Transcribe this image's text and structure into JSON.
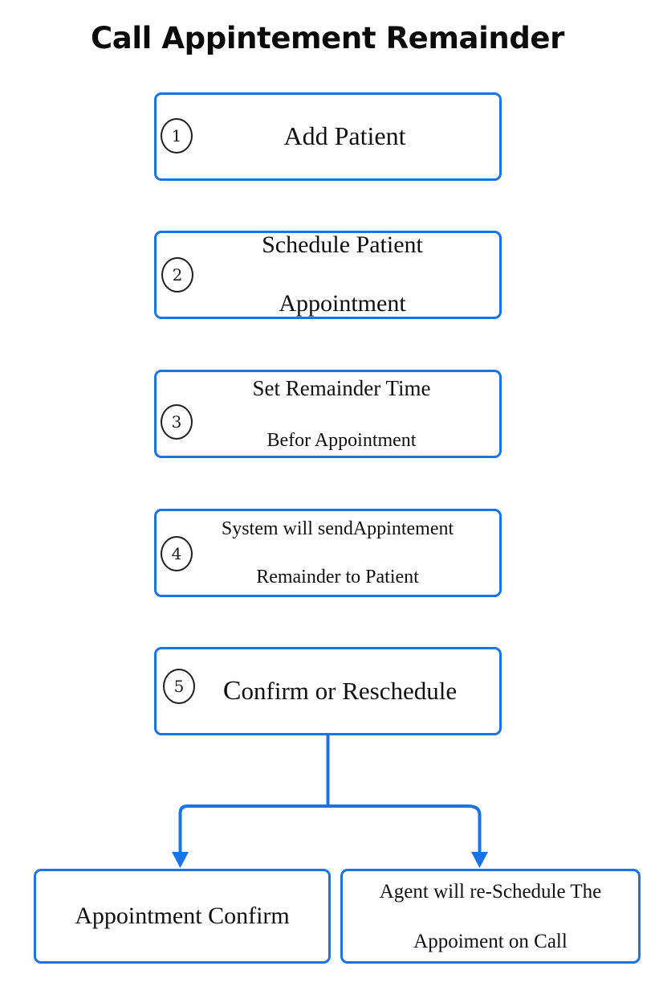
{
  "page": {
    "title": "Call Appintement Remainder",
    "accent_color": "#1a73e8",
    "badge_color": "#1f1f1f",
    "text_color": "#101010",
    "background_color": "#ffffff"
  },
  "flow": {
    "steps": [
      {
        "number": "1",
        "label": "Add Patient",
        "line_1": "Add Patient",
        "line_2": ""
      },
      {
        "number": "2",
        "label": "Schedule Patient Appointment",
        "line_1": "Schedule Patient",
        "line_2": "Appointment"
      },
      {
        "number": "3",
        "label": "Set Remainder Time Befor Appointment",
        "line_1": "Set Remainder Time",
        "line_2": "Befor Appointment"
      },
      {
        "number": "4",
        "label": "System will sendAppintement Remainder  to Patient",
        "line_1": "System will sendAppintement",
        "line_2": "Remainder  to Patient"
      },
      {
        "number": "5",
        "label": "Confirm or Reschedule",
        "line_1_cap": "C",
        "line_1_rest": "onfirm or Reschedule",
        "line_2": ""
      }
    ],
    "outcomes": [
      {
        "id": "confirm",
        "line_1": "Appointment Confirm",
        "line_2": ""
      },
      {
        "id": "reschedule",
        "line_1": "Agent will re-Schedule The",
        "line_2": "Appoiment on Call"
      }
    ]
  }
}
